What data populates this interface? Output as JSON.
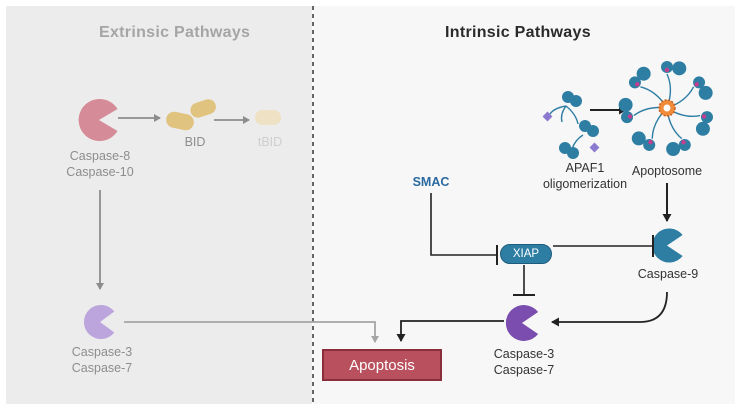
{
  "extrinsic": {
    "title": "Extrinsic  Pathways",
    "caspase_8_10": [
      "Caspase-8",
      "Caspase-10"
    ],
    "bid": "BID",
    "tbid": "tBID",
    "caspase_3_7": [
      "Caspase-3",
      "Caspase-7"
    ]
  },
  "intrinsic": {
    "title": "Intrinsic  Pathways",
    "apaf1": [
      "APAF1",
      "oligomerization"
    ],
    "apoptosome": "Apoptosome",
    "smac": "SMAC",
    "xiap": "XIAP",
    "caspase_9": "Caspase-9",
    "caspase_3_7": [
      "Caspase-3",
      "Caspase-7"
    ],
    "apoptosis": "Apoptosis"
  },
  "colors": {
    "caspase_8_pink": "#d58b98",
    "bid_tan": "#e0c37f",
    "tbid_pale": "#efe1c3",
    "caspase_3_purple": "#bca4dd",
    "caspase_3_dark_purple": "#7a4dae",
    "caspase_9_blue": "#2e7ea4",
    "xiap_blue": "#2e7ea4",
    "smac_blue": "#2a6aa0",
    "apoptosis_red": "#b9505d"
  }
}
